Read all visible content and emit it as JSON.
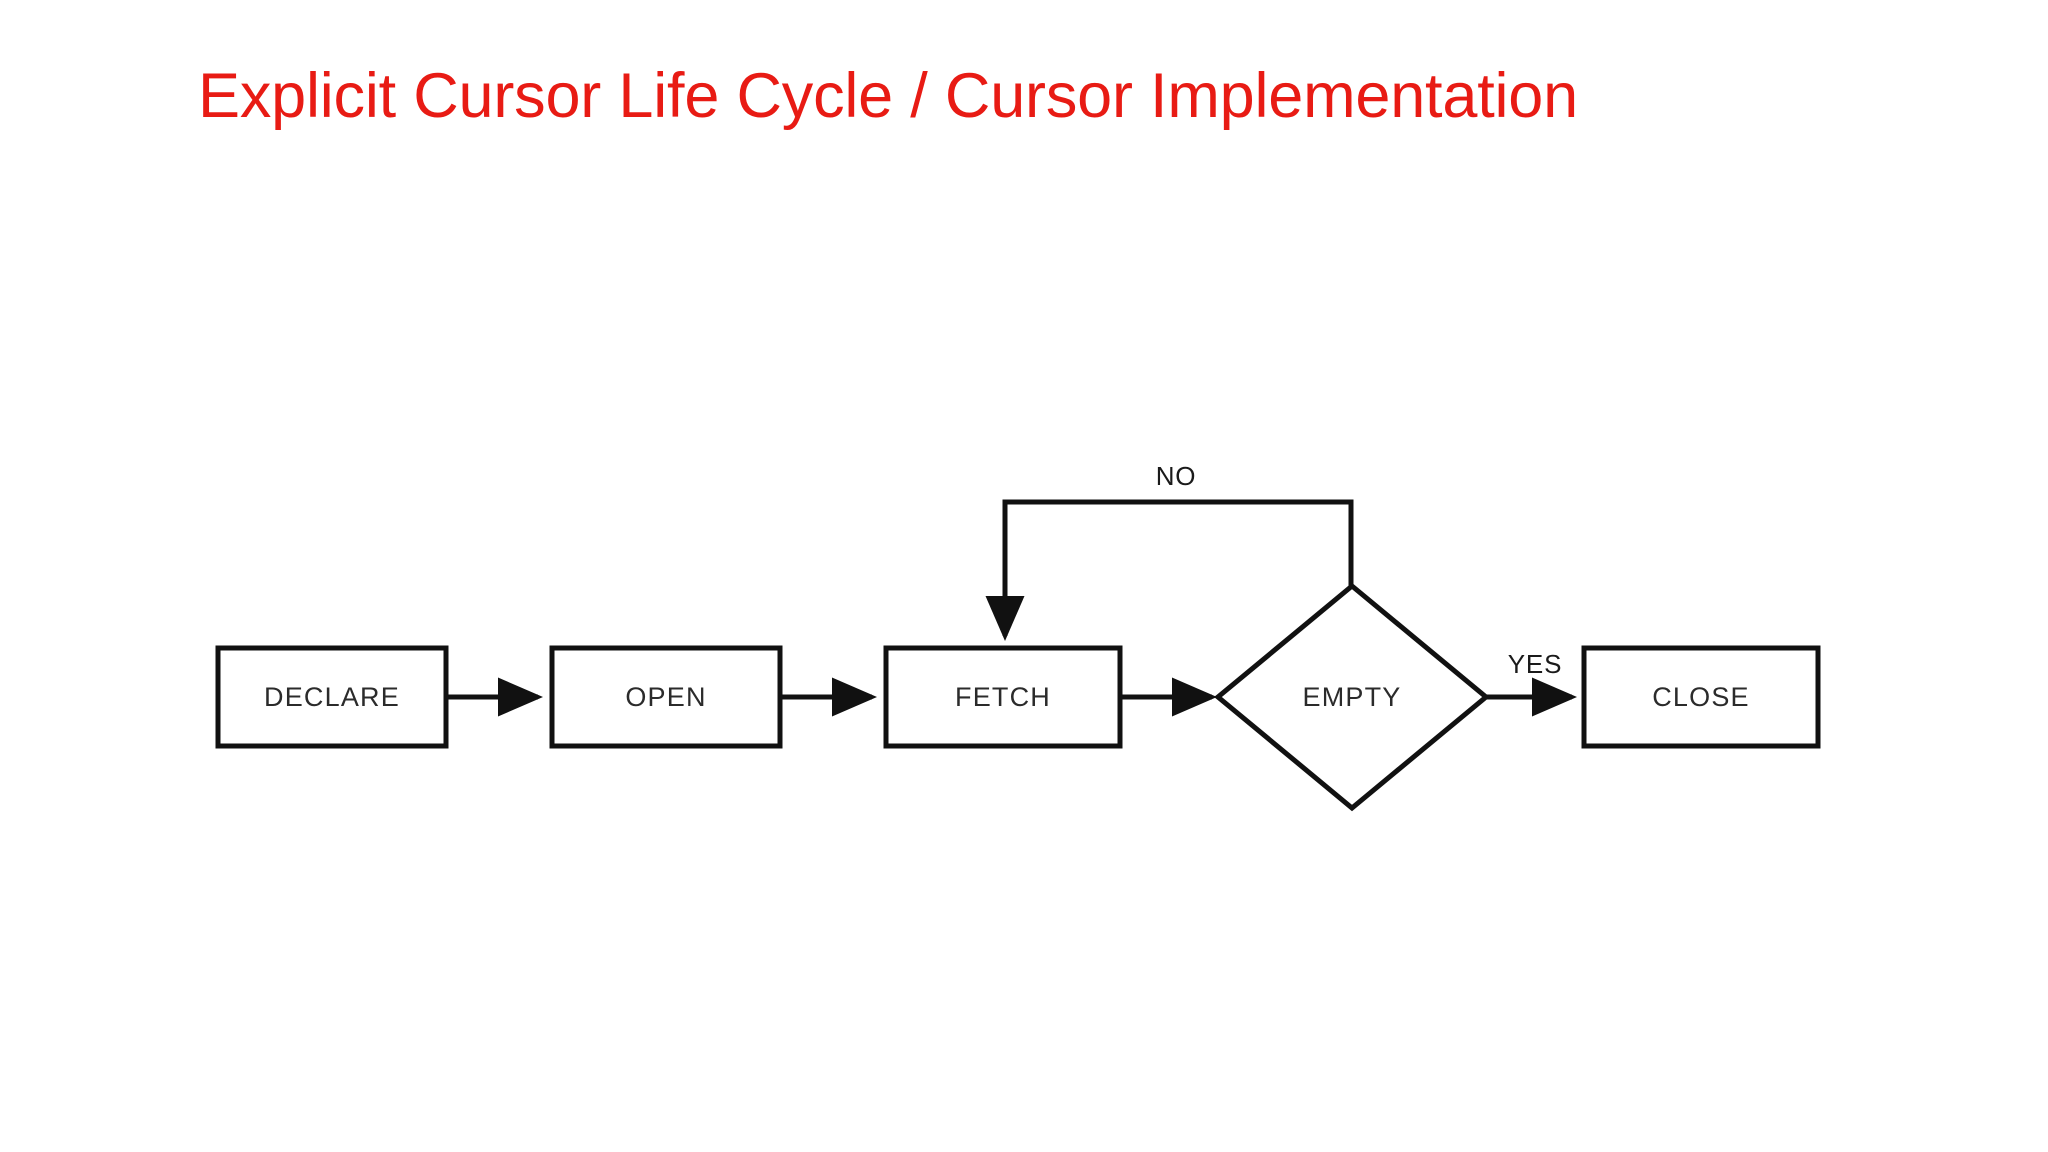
{
  "slide": {
    "title": "Explicit Cursor Life Cycle / Cursor Implementation",
    "title_color": "#e81b14",
    "background_color": "#ffffff"
  },
  "diagram": {
    "type": "flowchart",
    "stroke_color": "#111111",
    "shape_fill": "#ffffff",
    "label_color": "#2b2b2b",
    "nodes": [
      {
        "id": "declare",
        "label": "DECLARE",
        "shape": "rectangle"
      },
      {
        "id": "open",
        "label": "OPEN",
        "shape": "rectangle"
      },
      {
        "id": "fetch",
        "label": "FETCH",
        "shape": "rectangle"
      },
      {
        "id": "empty",
        "label": "EMPTY",
        "shape": "diamond"
      },
      {
        "id": "close",
        "label": "CLOSE",
        "shape": "rectangle"
      }
    ],
    "edges": [
      {
        "id": "declare-open",
        "from": "declare",
        "to": "open",
        "label": ""
      },
      {
        "id": "open-fetch",
        "from": "open",
        "to": "fetch",
        "label": ""
      },
      {
        "id": "fetch-empty",
        "from": "fetch",
        "to": "empty",
        "label": ""
      },
      {
        "id": "empty-close",
        "from": "empty",
        "to": "close",
        "label": "YES"
      },
      {
        "id": "empty-fetch",
        "from": "empty",
        "to": "fetch",
        "label": "NO"
      }
    ],
    "edge_labels": {
      "no": "NO",
      "yes": "YES"
    }
  }
}
